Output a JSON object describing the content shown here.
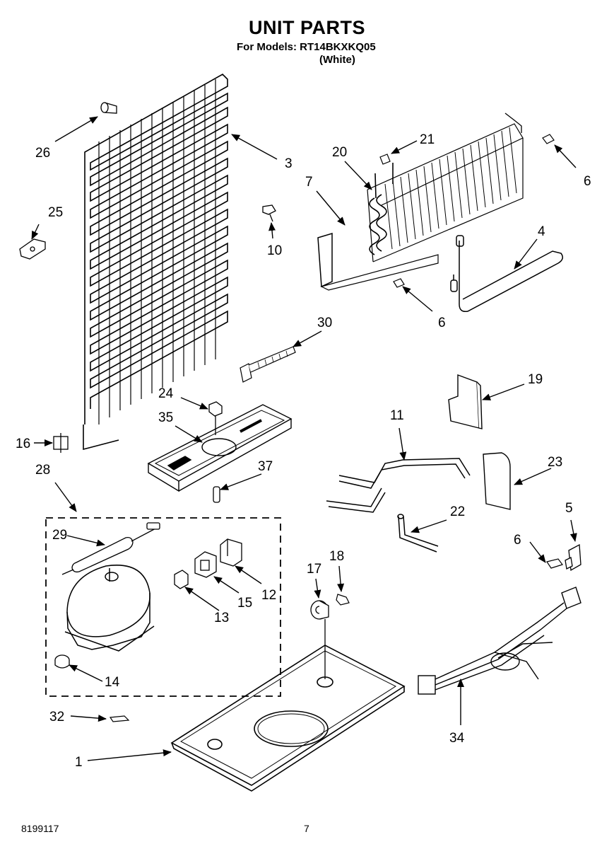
{
  "title": "UNIT PARTS",
  "models_line": "For Models: RT14BKXKQ05",
  "color_line": "(White)",
  "footer": {
    "doc_number": "8199117",
    "page_number": "7"
  },
  "callouts": [
    "26",
    "3",
    "10",
    "25",
    "16",
    "21",
    "20",
    "7",
    "6",
    "6",
    "4",
    "30",
    "19",
    "24",
    "35",
    "37",
    "28",
    "11",
    "23",
    "29",
    "12",
    "15",
    "13",
    "14",
    "22",
    "5",
    "6",
    "17",
    "18",
    "34",
    "32",
    "1"
  ]
}
